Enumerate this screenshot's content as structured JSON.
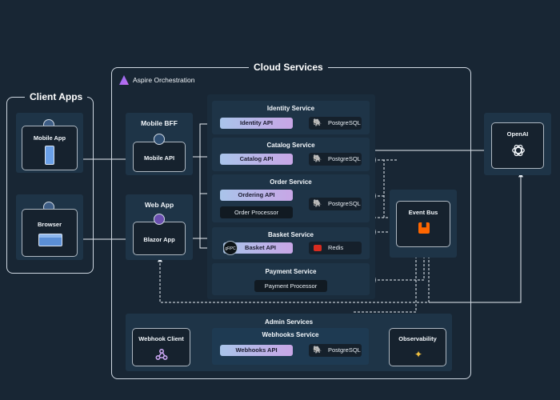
{
  "title": "Cloud Services",
  "client_apps": {
    "title": "Client Apps",
    "mobile_app": {
      "label": "Mobile App",
      "icon": "grid-app-icon"
    },
    "browser": {
      "label": "Browser",
      "icon": "globe-icon"
    }
  },
  "orchestration": {
    "label": "Aspire Orchestration",
    "icon": "aspire-logo-icon"
  },
  "mobile_bff": {
    "title": "Mobile BFF",
    "node": "Mobile API"
  },
  "web_app": {
    "title": "Web App",
    "node": "Blazor App"
  },
  "services": {
    "identity": {
      "title": "Identity Service",
      "api": "Identity API",
      "db": "PostgreSQL"
    },
    "catalog": {
      "title": "Catalog Service",
      "api": "Catalog API",
      "db": "PostgreSQL"
    },
    "order": {
      "title": "Order Service",
      "api": "Ordering API",
      "processor": "Order Processor",
      "db": "PostgreSQL"
    },
    "basket": {
      "title": "Basket Service",
      "api": "Basket API",
      "db": "Redis",
      "badge": "gRPC"
    },
    "payment": {
      "title": "Payment Service",
      "processor": "Payment Processor"
    }
  },
  "event_bus": {
    "label": "Event Bus",
    "icon": "rabbitmq-icon"
  },
  "openai": {
    "label": "OpenAI",
    "icon": "openai-logo-icon"
  },
  "admin": {
    "title": "Admin Services",
    "webhook_client": "Webhook Client",
    "webhooks_service": {
      "title": "Webhooks Service",
      "api": "Webhooks API",
      "db": "PostgreSQL"
    },
    "observability": "Observability"
  },
  "colors": {
    "background": "#182634",
    "panel": "#1e3447",
    "api_gradient_start": "#a9c4ea",
    "api_gradient_end": "#c8a6e6",
    "redis": "#d82c20",
    "rabbitmq": "#ff6600"
  }
}
